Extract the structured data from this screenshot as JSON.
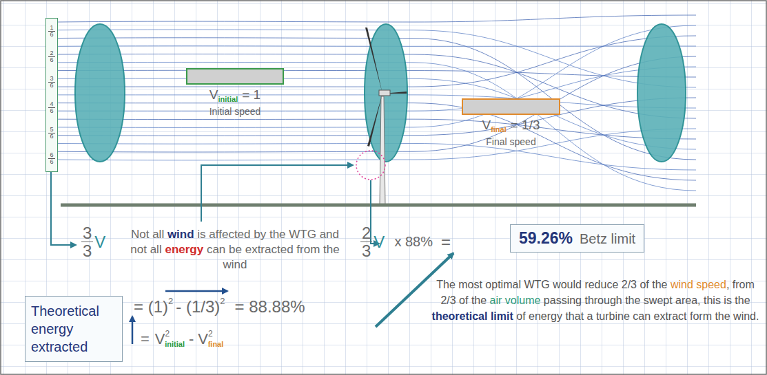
{
  "diagram": {
    "nodes": [
      {
        "text": [
          "1",
          "6",
          "2",
          "6",
          "3",
          "6",
          "4",
          "6",
          "5",
          "6",
          "6",
          "6"
        ]
      },
      {
        "text": [
          "V",
          "initial",
          "= 1",
          "Initial speed"
        ]
      },
      {
        "text": [
          "V",
          "final",
          "= 1/3",
          "Final speed"
        ]
      },
      {
        "text": [
          "59.26%",
          "Betz limit"
        ]
      },
      {
        "text": [
          "Theoretical energy extracted"
        ]
      }
    ],
    "labels": [
      "3",
      "3",
      "V",
      "Not all",
      "wind",
      "is affected by the WTG and not all",
      "energy",
      "can be extracted from the wind",
      "2",
      "3",
      "V",
      "x 88%",
      "=",
      "= (1)",
      "2",
      "- (1/3)",
      "2",
      "= 88.88%",
      "=",
      "V",
      "2",
      "initial",
      "-",
      "V",
      "2",
      "final",
      "The most optimal WTG would reduce 2/3 of the",
      "wind speed",
      ", from 2/3 of the",
      "air volume",
      "passing through the swept area, this is the",
      "theoretical limit",
      "of energy that a turbine can extract form the wind."
    ]
  }
}
